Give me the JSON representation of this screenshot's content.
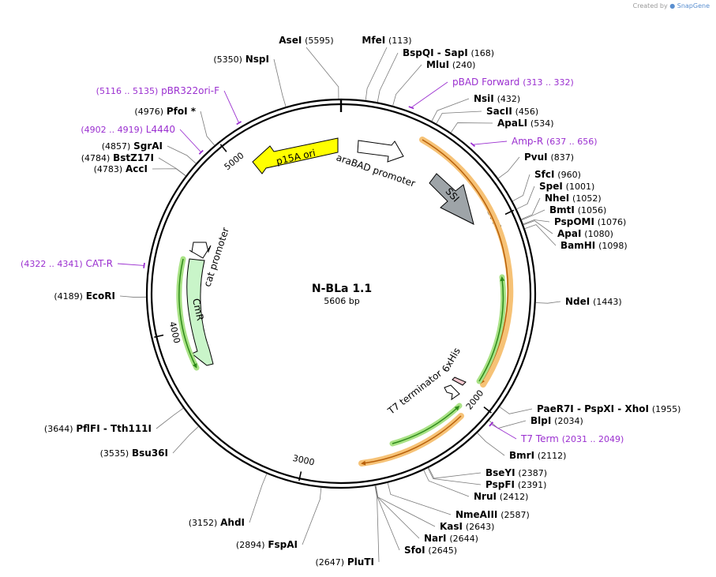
{
  "watermark": {
    "prefix": "Created by",
    "brand": "SnapGene"
  },
  "plasmid": {
    "name": "N-BLa 1.1",
    "size_label": "5606 bp"
  },
  "ticks": [
    {
      "bp": 1000,
      "label": "1000"
    },
    {
      "bp": 2000,
      "label": "2000"
    },
    {
      "bp": 3000,
      "label": "3000"
    },
    {
      "bp": 4000,
      "label": "4000"
    },
    {
      "bp": 5000,
      "label": "5000"
    }
  ],
  "sites": [
    {
      "name": "AseI",
      "pos": "(5595)",
      "bp": 5595
    },
    {
      "name": "MfeI",
      "pos": "(113)",
      "bp": 113
    },
    {
      "name": "BspQI  - SapI",
      "pos": "(168)",
      "bp": 168
    },
    {
      "name": "MluI",
      "pos": "(240)",
      "bp": 240
    },
    {
      "name": "NsiI",
      "pos": "(432)",
      "bp": 432
    },
    {
      "name": "SacII",
      "pos": "(456)",
      "bp": 456
    },
    {
      "name": "ApaLI",
      "pos": "(534)",
      "bp": 534
    },
    {
      "name": "PvuI",
      "pos": "(837)",
      "bp": 837
    },
    {
      "name": "SfcI",
      "pos": "(960)",
      "bp": 960
    },
    {
      "name": "SpeI",
      "pos": "(1001)",
      "bp": 1001
    },
    {
      "name": "NheI",
      "pos": "(1052)",
      "bp": 1052
    },
    {
      "name": "BmtI",
      "pos": "(1056)",
      "bp": 1056
    },
    {
      "name": "PspOMI",
      "pos": "(1076)",
      "bp": 1076
    },
    {
      "name": "ApaI",
      "pos": "(1080)",
      "bp": 1080
    },
    {
      "name": "BamHI",
      "pos": "(1098)",
      "bp": 1098
    },
    {
      "name": "NdeI",
      "pos": "(1443)",
      "bp": 1443
    },
    {
      "name": "PaeR7I  - PspXI  - XhoI",
      "pos": "(1955)",
      "bp": 1955
    },
    {
      "name": "BlpI",
      "pos": "(2034)",
      "bp": 2034
    },
    {
      "name": "BmrI",
      "pos": "(2112)",
      "bp": 2112
    },
    {
      "name": "BseYI",
      "pos": "(2387)",
      "bp": 2387
    },
    {
      "name": "PspFI",
      "pos": "(2391)",
      "bp": 2391
    },
    {
      "name": "NruI",
      "pos": "(2412)",
      "bp": 2412
    },
    {
      "name": "NmeAIII",
      "pos": "(2587)",
      "bp": 2587
    },
    {
      "name": "KasI",
      "pos": "(2643)",
      "bp": 2643
    },
    {
      "name": "NarI",
      "pos": "(2644)",
      "bp": 2644
    },
    {
      "name": "SfoI",
      "pos": "(2645)",
      "bp": 2645
    },
    {
      "name": "PluTI",
      "pos": "(2647)",
      "bp": 2647
    },
    {
      "name": "FspAI",
      "pos": "(2894)",
      "bp": 2894
    },
    {
      "name": "AhdI",
      "pos": "(3152)",
      "bp": 3152
    },
    {
      "name": "Bsu36I",
      "pos": "(3535)",
      "bp": 3535
    },
    {
      "name": "PflFI  - Tth111I",
      "pos": "(3644)",
      "bp": 3644
    },
    {
      "name": "EcoRI",
      "pos": "(4189)",
      "bp": 4189
    },
    {
      "name": "AccI",
      "pos": "(4783)",
      "bp": 4783
    },
    {
      "name": "BstZ17I",
      "pos": "(4784)",
      "bp": 4784
    },
    {
      "name": "SgrAI",
      "pos": "(4857)",
      "bp": 4857
    },
    {
      "name": "PfoI *",
      "pos": "(4976)",
      "bp": 4976
    },
    {
      "name": "NspI",
      "pos": "(5350)",
      "bp": 5350
    }
  ],
  "primers": [
    {
      "name": "pBAD Forward",
      "range": "(313 .. 332)",
      "bp": 322
    },
    {
      "name": "Amp-R",
      "range": "(637 .. 656)",
      "bp": 646
    },
    {
      "name": "T7 Term",
      "range": "(2031 .. 2049)",
      "bp": 2040
    },
    {
      "name": "CAT-R",
      "range": "(4322 .. 4341)",
      "bp": 4331
    },
    {
      "name": "L4440",
      "range": "(4902 .. 4919)",
      "bp": 4910
    },
    {
      "name": "pBR322ori-F",
      "range": "(5116 .. 5135)",
      "bp": 5125
    }
  ],
  "features": [
    {
      "label": "p15A ori"
    },
    {
      "label": "araBAD promoter"
    },
    {
      "label": "SSI"
    },
    {
      "label": "cat promoter"
    },
    {
      "label": "CmR"
    },
    {
      "label": "6xHis"
    },
    {
      "label": "T7 terminator"
    }
  ],
  "colors": {
    "primer": "#9b30d0",
    "ori": "#ffff00",
    "promoter": "#ffffff",
    "ssi": "#9ea4a8",
    "cmr": "#c9f5c9",
    "orf_orange": "#f4b84a",
    "orf_green": "#9fe07a",
    "his": "#f2c8cf"
  }
}
